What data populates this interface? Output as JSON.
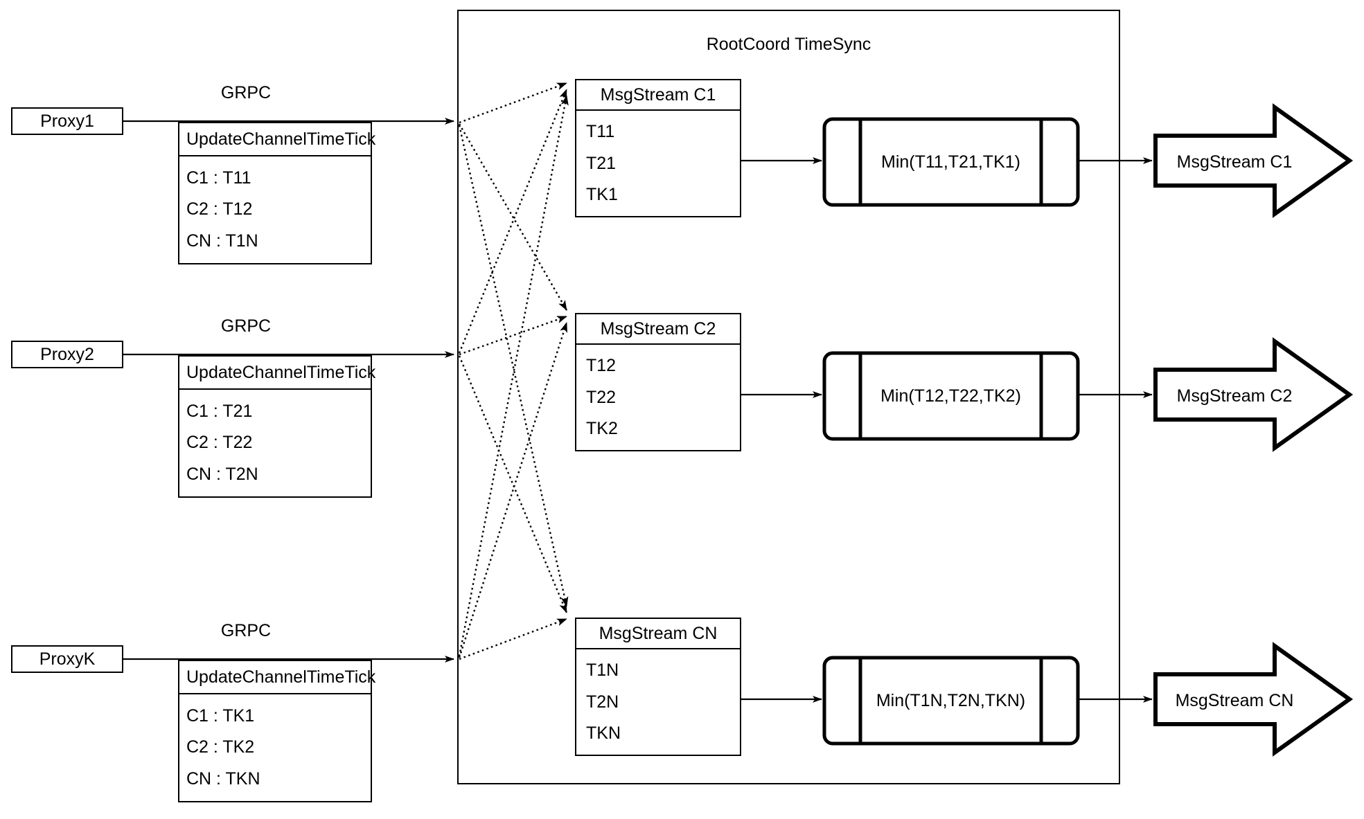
{
  "diagram": {
    "container_title": "RootCoord TimeSync",
    "grpc_label": "GRPC"
  },
  "proxies": [
    {
      "name": "Proxy1",
      "link_label": "GRPC",
      "request": {
        "title": "UpdateChannelTimeTick",
        "rows": [
          "C1 :  T11",
          "C2 :  T12",
          "CN : T1N"
        ]
      }
    },
    {
      "name": "Proxy2",
      "link_label": "GRPC",
      "request": {
        "title": "UpdateChannelTimeTick",
        "rows": [
          "C1 :  T21",
          "C2 :  T22",
          "CN : T2N"
        ]
      }
    },
    {
      "name": "ProxyK",
      "link_label": "GRPC",
      "request": {
        "title": "UpdateChannelTimeTick",
        "rows": [
          "C1 :  TK1",
          "C2 :  TK2",
          "CN : TKN"
        ]
      }
    }
  ],
  "channels": [
    {
      "stream": {
        "title": "MsgStream C1",
        "rows": [
          "T11",
          "T21",
          "TK1"
        ]
      },
      "process": "Min(T11,T21,TK1)",
      "output": "MsgStream C1"
    },
    {
      "stream": {
        "title": "MsgStream C2",
        "rows": [
          "T12",
          "T22",
          "TK2"
        ]
      },
      "process": "Min(T12,T22,TK2)",
      "output": "MsgStream C2"
    },
    {
      "stream": {
        "title": "MsgStream CN",
        "rows": [
          "T1N",
          "T2N",
          "TKN"
        ]
      },
      "process": "Min(T1N,T2N,TKN)",
      "output": "MsgStream CN"
    }
  ],
  "colors": {
    "stroke": "#000000",
    "background": "#ffffff"
  }
}
